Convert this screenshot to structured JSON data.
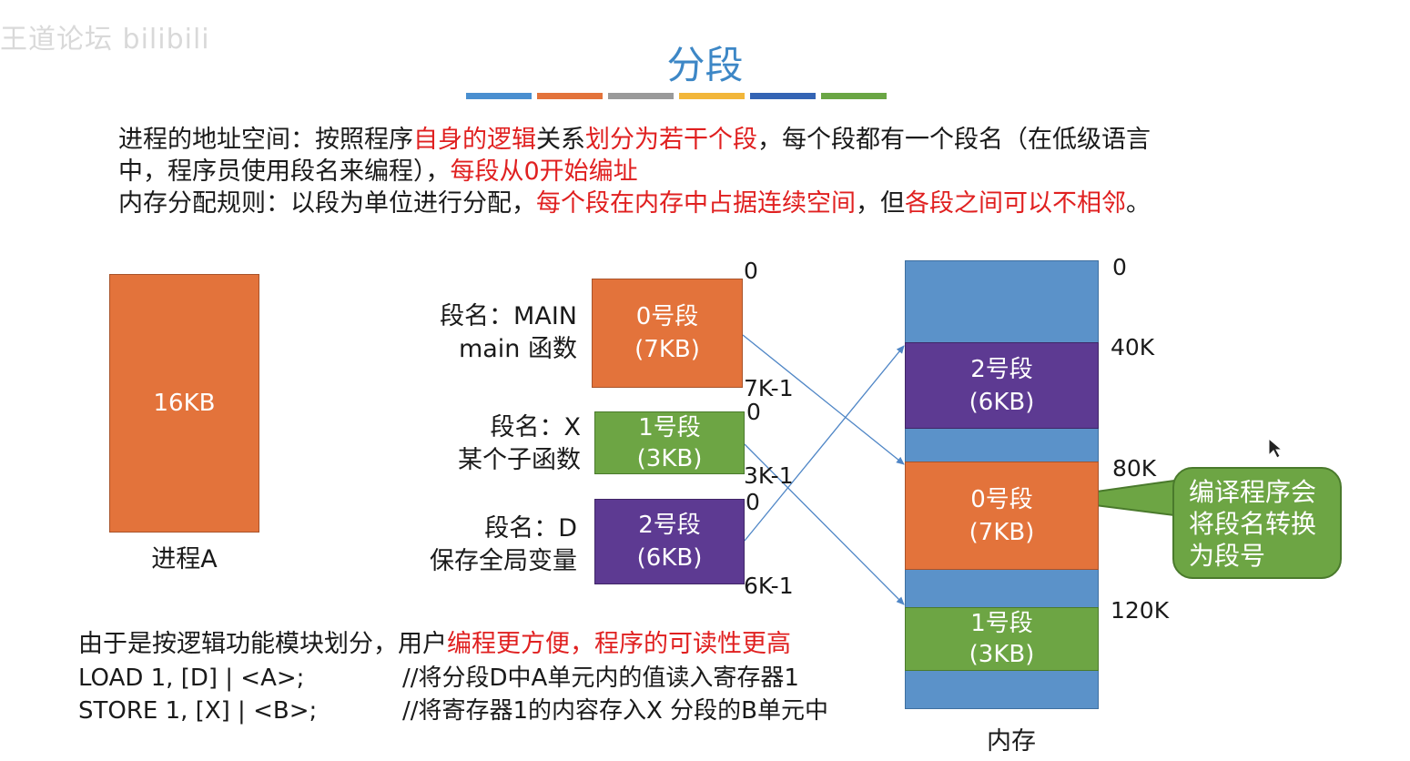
{
  "watermark": "王道论坛 bilibili",
  "title": "分段",
  "stripe_colors": [
    "#4a8fd0",
    "#e3733b",
    "#9a9a9a",
    "#f2b63a",
    "#3464b4",
    "#6aa644"
  ],
  "paragraphs": {
    "line1": {
      "a": "进程的地址空间：按照程序",
      "b": "自身的逻辑",
      "c": "关系",
      "d": "划分为若干个段",
      "e": "，每个段都有一个段名（在低级语言"
    },
    "line2": {
      "a": "中，程序员使用段名来编程），",
      "b": "每段从0开始编址"
    },
    "line3": {
      "a": "内存分配规则：以段为单位进行分配，",
      "b": "每个段在内存中占据连续空间",
      "c": "，但",
      "d": "各段之间可以不相邻",
      "e": "。"
    }
  },
  "process": {
    "size": "16KB",
    "caption": "进程A"
  },
  "segments": [
    {
      "label1": "段名：MAIN",
      "label2": "main 函数",
      "name": "0号段",
      "size": "(7KB)",
      "start": "0",
      "end": "7K-1"
    },
    {
      "label1": "段名：X",
      "label2": "某个子函数",
      "name": "1号段",
      "size": "(3KB)",
      "start": "0",
      "end": "3K-1"
    },
    {
      "label1": "段名：D",
      "label2": "保存全局变量",
      "name": "2号段",
      "size": "(6KB)",
      "start": "0",
      "end": "6K-1"
    }
  ],
  "memory": {
    "caption": "内存",
    "addresses": [
      "0",
      "40K",
      "80K",
      "120K"
    ],
    "blocks": [
      {
        "name": "2号段",
        "size": "(6KB)"
      },
      {
        "name": "0号段",
        "size": "(7KB)"
      },
      {
        "name": "1号段",
        "size": "(3KB)"
      }
    ]
  },
  "callout": {
    "line1": "编译程序会",
    "line2": "将段名转换",
    "line3": "为段号"
  },
  "bottom": {
    "line1": {
      "a": "由于是按逻辑功能模块划分，用户",
      "b": "编程更方便，程序的可读性更高"
    },
    "code": [
      {
        "instr": "LOAD 1, [D] | <A>;",
        "comment": "//将分段D中A单元内的值读入寄存器1"
      },
      {
        "instr": "STORE 1, [X] | <B>;",
        "comment": "//将寄存器1的内容存入X 分段的B单元中"
      }
    ]
  }
}
